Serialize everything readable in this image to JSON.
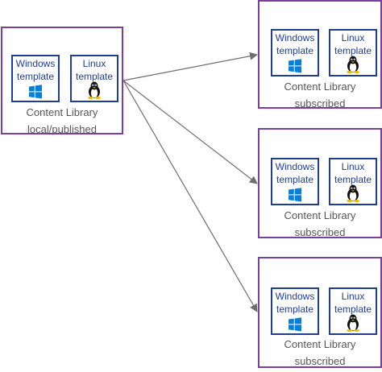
{
  "source_library": {
    "windows_template_label": "Windows\ntemplate",
    "linux_template_label": "Linux\ntemplate",
    "caption": "Content Library\nlocal/published"
  },
  "subscribed_libraries": [
    {
      "windows_template_label": "Windows\ntemplate",
      "linux_template_label": "Linux\ntemplate",
      "caption": "Content Library\nsubscribed"
    },
    {
      "windows_template_label": "Windows\ntemplate",
      "linux_template_label": "Linux\ntemplate",
      "caption": "Content Library\nsubscribed"
    },
    {
      "windows_template_label": "Windows\ntemplate",
      "linux_template_label": "Linux\ntemplate",
      "caption": "Content Library\nsubscribed"
    }
  ],
  "colors": {
    "library_border": "#7b3fa0",
    "template_border": "#1f3e8f",
    "windows_logo": "#0a7fd6",
    "arrow": "#6e6e6e"
  },
  "icons": {
    "windows": "windows-logo-icon",
    "linux": "linux-tux-icon"
  }
}
